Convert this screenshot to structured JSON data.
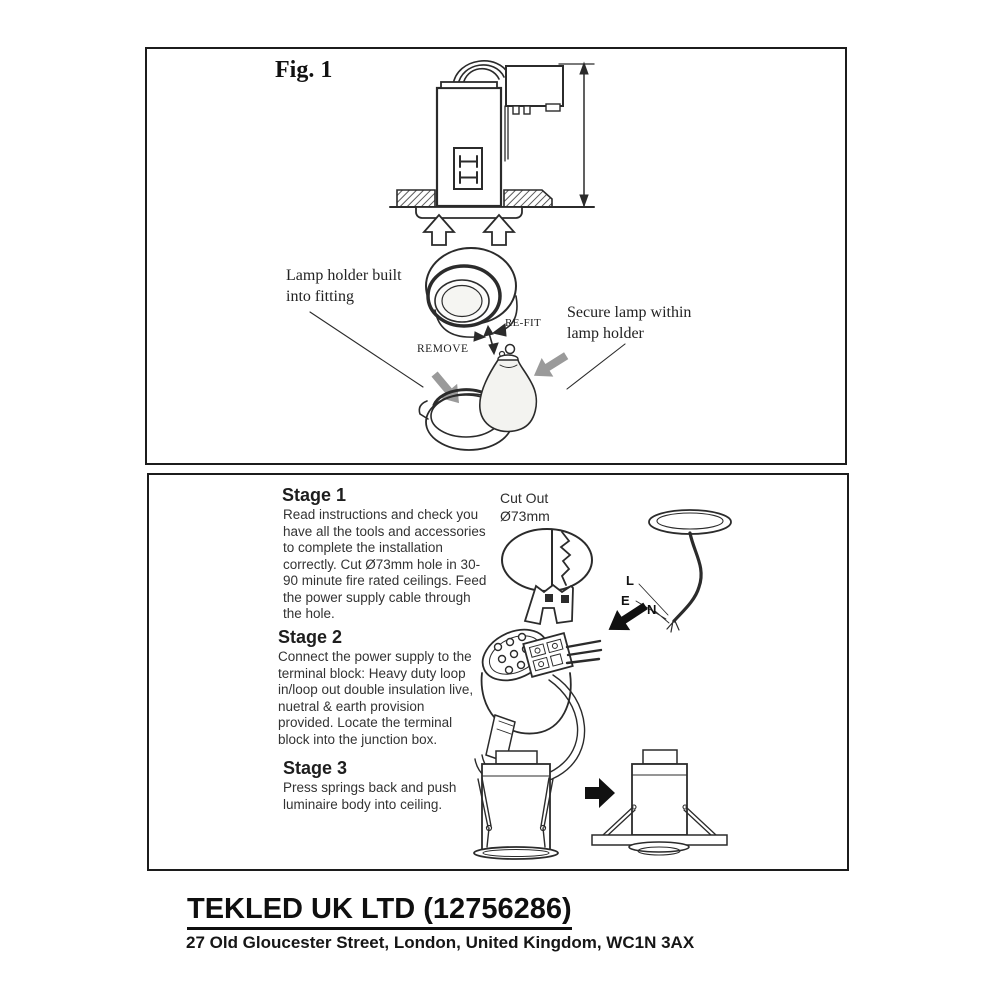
{
  "figure1": {
    "title": "Fig. 1",
    "label_lamp_holder": "Lamp holder built\ninto fitting",
    "label_secure_lamp": "Secure lamp within\nlamp holder",
    "label_remove": "REMOVE",
    "label_refit": "RE-FIT"
  },
  "stages": {
    "stage1_heading": "Stage 1",
    "stage1_body": "Read instructions and check you\nhave all the tools and accessories\nto complete the installation\ncorrectly. Cut Ø73mm hole in 30-\n90 minute fire rated ceilings. Feed\nthe power supply cable through\nthe hole.",
    "cutout_label": "Cut Out\nØ73mm",
    "wire_live": "L",
    "wire_earth": "E",
    "wire_neutral": "N",
    "stage2_heading": "Stage 2",
    "stage2_body": "Connect the power supply to the\nterminal block: Heavy duty loop\nin/loop out double insulation live,\nnuetral & earth provision\nprovided. Locate the terminal\nblock into the junction box.",
    "stage3_heading": "Stage 3",
    "stage3_body": "Press springs back and push\nluminaire body into ceiling."
  },
  "footer": {
    "company": "TEKLED UK LTD (12756286)",
    "address": "27 Old Gloucester Street, London, United Kingdom, WC1N 3AX"
  },
  "colors": {
    "line": "#2b2b2b",
    "gray_arrow": "#9a9a9a",
    "black_arrow": "#111111",
    "lamp_fill": "#f3f3f0"
  }
}
